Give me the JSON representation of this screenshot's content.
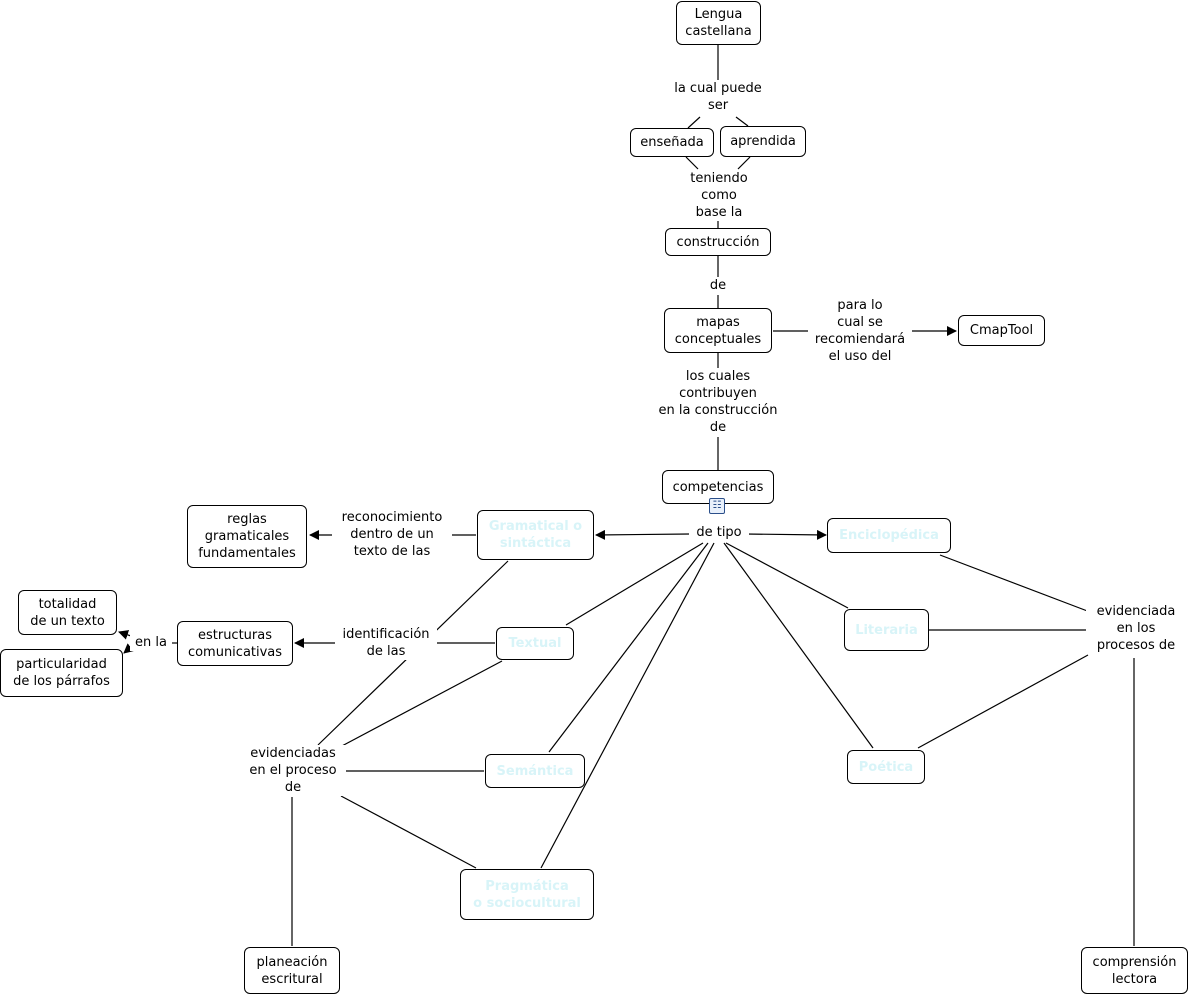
{
  "concepts": {
    "lengua": "Lengua\ncastellana",
    "ensenada": "enseñada",
    "aprendida": "aprendida",
    "construccion": "construcción",
    "mapas": "mapas\nconceptuales",
    "cmaptool": "CmapTool",
    "competencias": "competencias",
    "reglas": "reglas\ngramaticales\nfundamentales",
    "gramatical": "Gramatical o\nsintáctica",
    "enciclopedica": "Enciclopédica",
    "totalidad": "totalidad\nde un texto",
    "particularidad": "particularidad\nde los párrafos",
    "estructuras": "estructuras\ncomunicativas",
    "textual": "Textual",
    "literaria": "Literaria",
    "semantica": "Semántica",
    "poetica": "Poética",
    "pragmatica": "Pragmática\no sociocultural",
    "planeacion": "planeación\nescritural",
    "comprension": "comprensión\nlectora"
  },
  "links": {
    "la_cual_puede_ser": "la cual puede\nser",
    "teniendo_como_base": "teniendo\ncomo\nbase la",
    "de": "de",
    "para_lo_cual": "para lo\ncual se\nrecomiendará\nel uso del",
    "los_cuales": "los cuales\ncontribuyen\nen la construcción\nde",
    "de_tipo": "de tipo",
    "reconocimiento": "reconocimiento\ndentro de un\ntexto de las",
    "identificacion": "identificación\nde las",
    "en_la": "en la",
    "evidenciadas_proceso": "evidenciadas\nen el proceso\nde",
    "evidenciada_procesos": "evidenciada\nen los\nprocesos de"
  },
  "icons": {
    "expander": "nested-map-icon"
  },
  "colors": {
    "highlight_text": "#d8f4f8",
    "line": "#000000"
  }
}
